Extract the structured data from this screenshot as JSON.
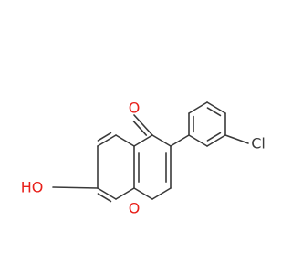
{
  "molecule": {
    "atom_labels": {
      "carbonyl_oxygen": "O",
      "ring_oxygen": "O",
      "hydroxyl": "HO",
      "chlorine": "Cl"
    },
    "colors": {
      "bond": "#3a3a3a",
      "oxygen": "#e8201a",
      "chlorine": "#3a3a3a",
      "background": "#ffffff"
    }
  }
}
